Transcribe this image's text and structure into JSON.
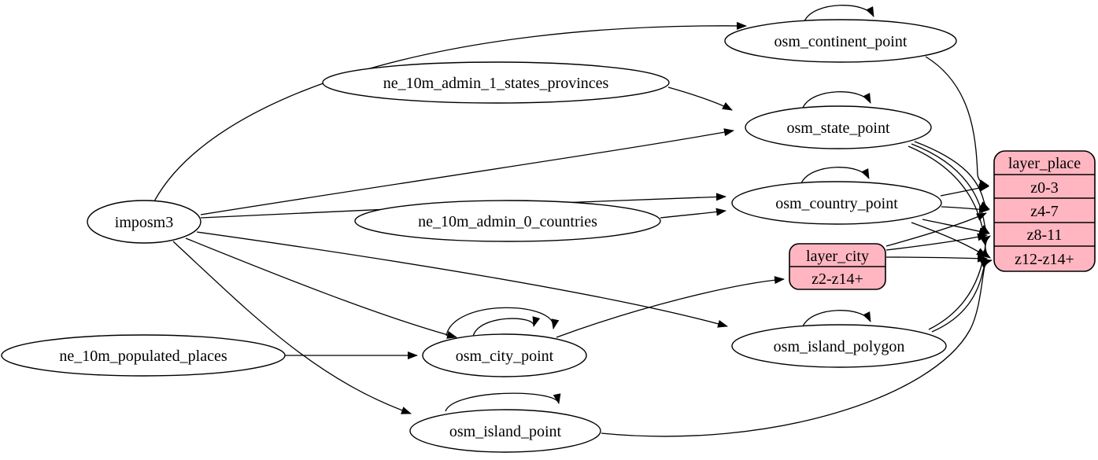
{
  "diagram": {
    "kind": "etl-graph",
    "colors": {
      "record_fill": "#ffb6c1",
      "ellipse_fill": "#ffffff",
      "stroke": "#000000",
      "background": "#ffffff"
    },
    "nodes": {
      "imposm3": "imposm3",
      "ne_10m_admin_1_states_provinces": "ne_10m_admin_1_states_provinces",
      "ne_10m_admin_0_countries": "ne_10m_admin_0_countries",
      "ne_10m_populated_places": "ne_10m_populated_places",
      "osm_continent_point": "osm_continent_point",
      "osm_state_point": "osm_state_point",
      "osm_country_point": "osm_country_point",
      "osm_city_point": "osm_city_point",
      "osm_island_polygon": "osm_island_polygon",
      "osm_island_point": "osm_island_point"
    },
    "records": {
      "layer_place": {
        "title": "layer_place",
        "rows": [
          "z0-3",
          "z4-7",
          "z8-11",
          "z12-z14+"
        ]
      },
      "layer_city": {
        "title": "layer_city",
        "rows": [
          "z2-z14+"
        ]
      }
    },
    "edges": [
      {
        "from": "imposm3",
        "to": "osm_continent_point"
      },
      {
        "from": "imposm3",
        "to": "osm_state_point"
      },
      {
        "from": "imposm3",
        "to": "osm_country_point"
      },
      {
        "from": "imposm3",
        "to": "osm_city_point"
      },
      {
        "from": "imposm3",
        "to": "osm_island_polygon"
      },
      {
        "from": "imposm3",
        "to": "osm_island_point"
      },
      {
        "from": "ne_10m_admin_1_states_provinces",
        "to": "osm_state_point"
      },
      {
        "from": "ne_10m_admin_0_countries",
        "to": "osm_country_point"
      },
      {
        "from": "ne_10m_populated_places",
        "to": "osm_city_point"
      },
      {
        "from": "osm_continent_point",
        "to": "osm_continent_point"
      },
      {
        "from": "osm_state_point",
        "to": "osm_state_point"
      },
      {
        "from": "osm_country_point",
        "to": "osm_country_point"
      },
      {
        "from": "osm_city_point",
        "to": "osm_city_point"
      },
      {
        "from": "osm_city_point",
        "to": "osm_city_point"
      },
      {
        "from": "osm_island_polygon",
        "to": "osm_island_polygon"
      },
      {
        "from": "osm_island_point",
        "to": "osm_island_point"
      },
      {
        "from": "osm_city_point",
        "to": "layer_city",
        "port": "z2-z14+"
      },
      {
        "from": "osm_continent_point",
        "to": "layer_place",
        "port": "z0-3"
      },
      {
        "from": "osm_country_point",
        "to": "layer_place",
        "port": "z0-3"
      },
      {
        "from": "osm_country_point",
        "to": "layer_place",
        "port": "z4-7"
      },
      {
        "from": "osm_country_point",
        "to": "layer_place",
        "port": "z8-11"
      },
      {
        "from": "osm_country_point",
        "to": "layer_place",
        "port": "z12-z14+"
      },
      {
        "from": "osm_state_point",
        "to": "layer_place",
        "port": "z4-7"
      },
      {
        "from": "osm_state_point",
        "to": "layer_place",
        "port": "z8-11"
      },
      {
        "from": "osm_state_point",
        "to": "layer_place",
        "port": "z12-z14+"
      },
      {
        "from": "layer_city",
        "to": "layer_place",
        "port": "z4-7"
      },
      {
        "from": "layer_city",
        "to": "layer_place",
        "port": "z8-11"
      },
      {
        "from": "layer_city",
        "to": "layer_place",
        "port": "z12-z14+"
      },
      {
        "from": "osm_island_polygon",
        "to": "layer_place",
        "port": "z8-11"
      },
      {
        "from": "osm_island_polygon",
        "to": "layer_place",
        "port": "z12-z14+"
      },
      {
        "from": "osm_island_point",
        "to": "layer_place",
        "port": "z12-z14+"
      }
    ]
  }
}
